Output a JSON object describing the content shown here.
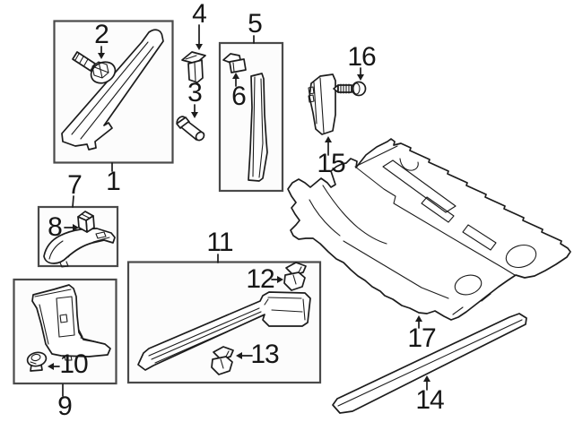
{
  "diagram": {
    "colors": {
      "line": "#1c1c1c",
      "frame": "#4a4a4a",
      "paper": "#ffffff",
      "panel": "#fcfcfc"
    },
    "callouts": {
      "c1": {
        "label": "1"
      },
      "c2": {
        "label": "2"
      },
      "c3": {
        "label": "3"
      },
      "c4": {
        "label": "4"
      },
      "c5": {
        "label": "5"
      },
      "c6": {
        "label": "6"
      },
      "c7": {
        "label": "7"
      },
      "c8": {
        "label": "8"
      },
      "c9": {
        "label": "9"
      },
      "c10": {
        "label": "10"
      },
      "c11": {
        "label": "11"
      },
      "c12": {
        "label": "12"
      },
      "c13": {
        "label": "13"
      },
      "c14": {
        "label": "14"
      },
      "c15": {
        "label": "15"
      },
      "c16": {
        "label": "16"
      },
      "c17": {
        "label": "17"
      }
    }
  }
}
